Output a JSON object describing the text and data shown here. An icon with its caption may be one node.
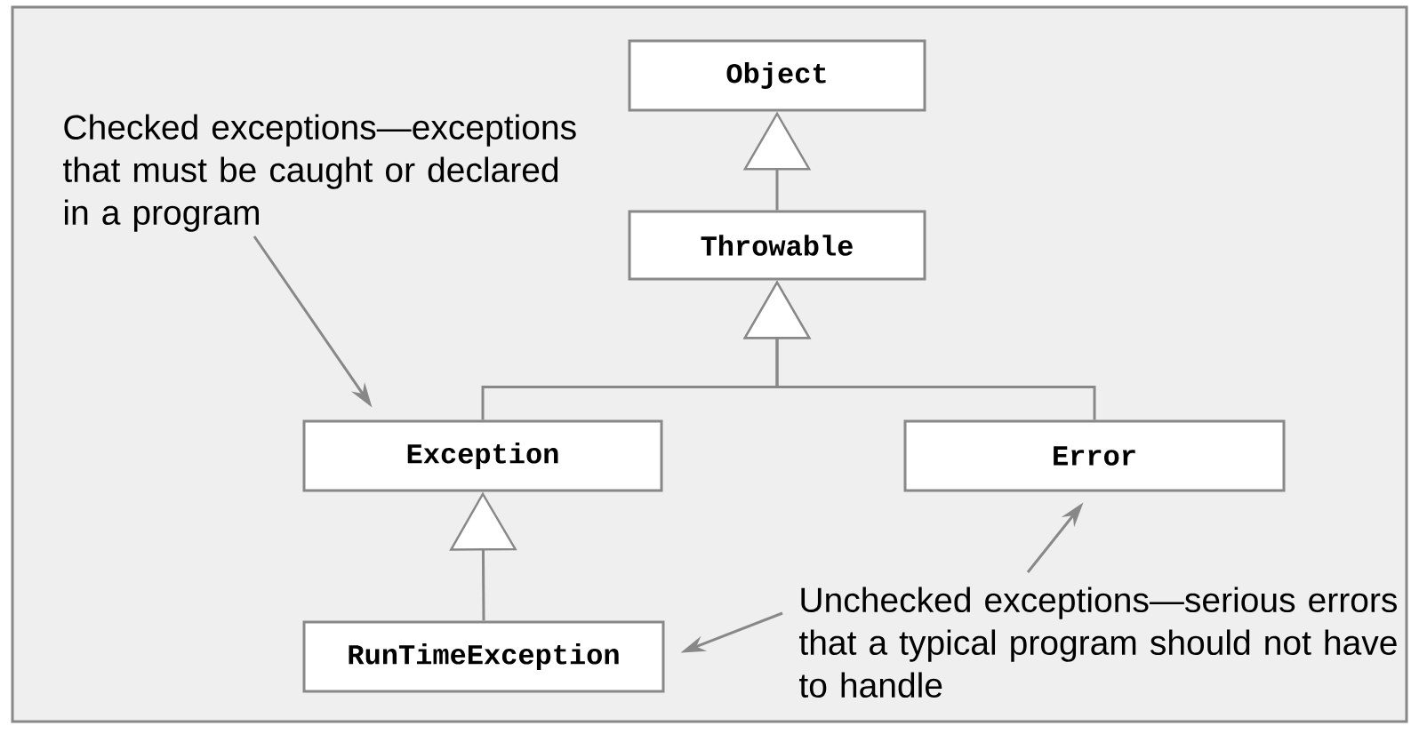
{
  "diagram": {
    "nodes": [
      {
        "text": [
          "Object"
        ]
      },
      {
        "text": [
          "Throwable"
        ]
      },
      {
        "text": [
          "Exception"
        ]
      },
      {
        "text": [
          "Error"
        ]
      },
      {
        "text": [
          "RunTimeException"
        ]
      },
      {
        "text": [
          "Checked exceptions—exceptions that must be caught or declared in a program"
        ]
      },
      {
        "text": [
          "Unchecked exceptions—serious errors that a typical program should not have to handle"
        ]
      }
    ],
    "edges": [
      {
        "from": 1,
        "to": 0,
        "arrow": "to"
      },
      {
        "from": 2,
        "to": 1,
        "arrow": "to"
      },
      {
        "from": 3,
        "to": 1,
        "arrow": "to"
      },
      {
        "from": 4,
        "to": 2,
        "arrow": "to"
      },
      {
        "from": 5,
        "to": 2,
        "arrow": "to"
      },
      {
        "from": 6,
        "to": 3,
        "arrow": "to"
      },
      {
        "from": 6,
        "to": 4,
        "arrow": "to"
      }
    ]
  }
}
